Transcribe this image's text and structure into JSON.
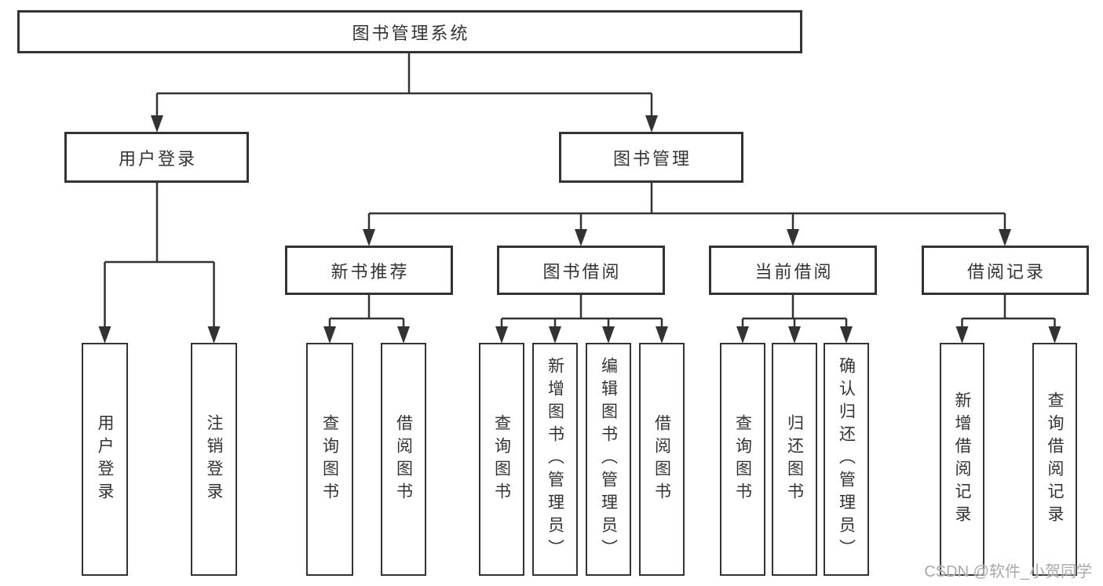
{
  "diagram": {
    "root": {
      "label": "图书管理系统"
    },
    "level2": [
      {
        "label": "用户登录"
      },
      {
        "label": "图书管理"
      }
    ],
    "level3": [
      {
        "label": "新书推荐"
      },
      {
        "label": "图书借阅"
      },
      {
        "label": "当前借阅"
      },
      {
        "label": "借阅记录"
      }
    ],
    "leaves": [
      {
        "label": "用户登录"
      },
      {
        "label": "注销登录"
      },
      {
        "label": "查询图书"
      },
      {
        "label": "借阅图书"
      },
      {
        "label": "查询图书"
      },
      {
        "label": "新增图书（管理员）"
      },
      {
        "label": "编辑图书（管理员）"
      },
      {
        "label": "借阅图书"
      },
      {
        "label": "查询图书"
      },
      {
        "label": "归还图书"
      },
      {
        "label": "确认归还（管理员）"
      },
      {
        "label": "新增借阅记录"
      },
      {
        "label": "查询借阅记录"
      }
    ],
    "watermark": "CSDN @软件_小贺同学",
    "colors": {
      "line": "#333333",
      "text": "#333333",
      "watermark": "#a9a9a9",
      "background": "#ffffff"
    }
  }
}
